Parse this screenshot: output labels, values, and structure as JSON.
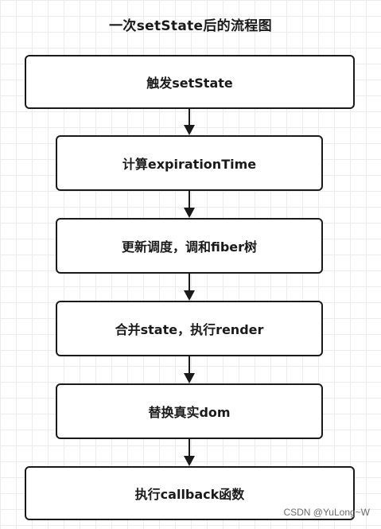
{
  "title": "一次setState后的流程图",
  "nodes": [
    {
      "id": "trigger",
      "label": "触发setState"
    },
    {
      "id": "compute",
      "label": "计算expirationTime"
    },
    {
      "id": "schedule",
      "label": "更新调度，调和fiber树"
    },
    {
      "id": "merge",
      "label": "合并state，执行render"
    },
    {
      "id": "replace",
      "label": "替换真实dom"
    },
    {
      "id": "callback",
      "label": "执行callback函数"
    }
  ],
  "edges": [
    {
      "from": "trigger",
      "to": "compute"
    },
    {
      "from": "compute",
      "to": "schedule"
    },
    {
      "from": "schedule",
      "to": "merge"
    },
    {
      "from": "merge",
      "to": "replace"
    },
    {
      "from": "replace",
      "to": "callback"
    }
  ],
  "watermark": "CSDN @YuLong~W",
  "colors": {
    "stroke": "#1a1a1a",
    "grid": "#ececec",
    "background": "#ffffff"
  }
}
